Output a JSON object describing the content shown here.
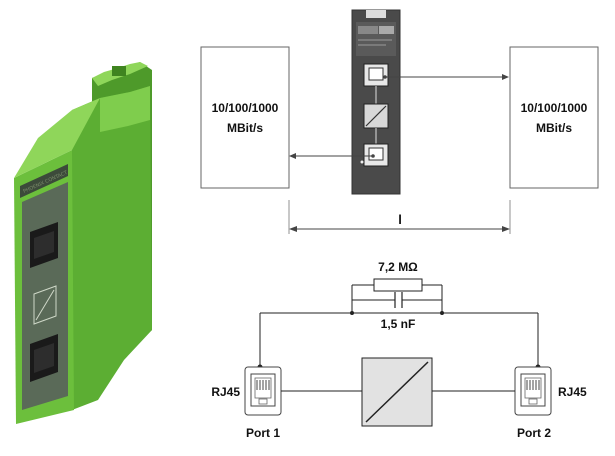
{
  "photo": {
    "brand_text": "PHOENIX CONTACT",
    "colors": {
      "housing": "#6cbf3c",
      "housing_dark": "#4e9a2a",
      "housing_light": "#8fd65a",
      "panel": "#5a6a58"
    }
  },
  "block_diagram": {
    "left_box": {
      "line1": "10/100/1000",
      "line2": "MBit/s"
    },
    "right_box": {
      "line1": "10/100/1000",
      "line2": "MBit/s"
    },
    "distance_label": "l"
  },
  "schematic": {
    "resistor_label": "7,2 MΩ",
    "capacitor_label": "1,5 nF",
    "left_connector_label": "RJ45",
    "right_connector_label": "RJ45",
    "port1_label": "Port 1",
    "port2_label": "Port 2"
  }
}
